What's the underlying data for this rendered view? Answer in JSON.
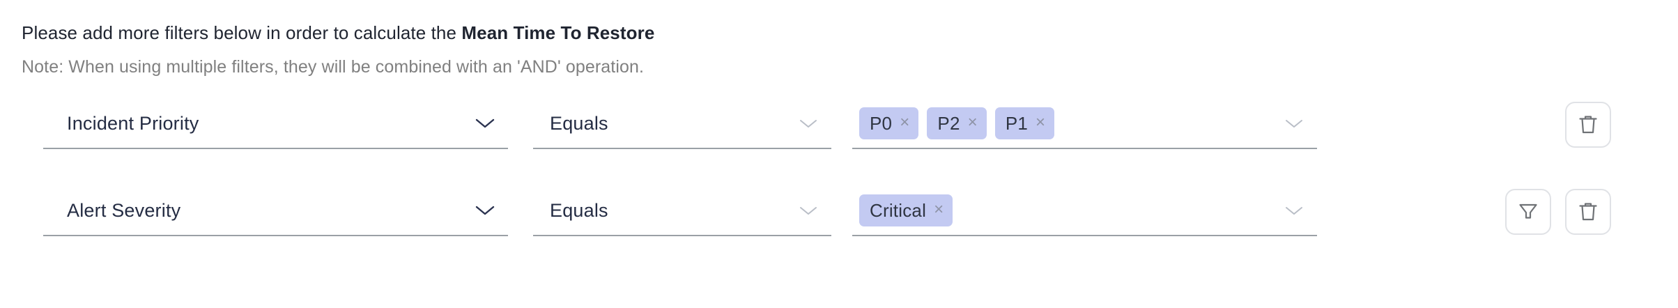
{
  "header": {
    "instruction_prefix": "Please add more filters below in order to calculate the ",
    "instruction_metric": "Mean Time To Restore",
    "note": "Note: When using multiple filters, they will be combined with an 'AND' operation."
  },
  "colors": {
    "chip_background": "#c3caf2",
    "field_underline": "#9aa0a6",
    "field_text": "#242c43",
    "note_text": "#808080",
    "icon_stroke": "#6f7276",
    "button_border": "#e0e2e6"
  },
  "filters": [
    {
      "attribute": "Incident Priority",
      "attribute_chevron": "chevron-down-icon",
      "operator": "Equals",
      "operator_chevron": "chevron-down-icon",
      "values": [
        "P0",
        "P2",
        "P1"
      ],
      "values_chevron": "chevron-down-icon",
      "remove_chip_glyph": "×",
      "actions": [
        "delete-filter-button"
      ]
    },
    {
      "attribute": "Alert Severity",
      "attribute_chevron": "chevron-down-icon",
      "operator": "Equals",
      "operator_chevron": "chevron-down-icon",
      "values": [
        "Critical"
      ],
      "values_chevron": "chevron-down-icon",
      "remove_chip_glyph": "×",
      "actions": [
        "add-filter-button",
        "delete-filter-button"
      ]
    }
  ]
}
